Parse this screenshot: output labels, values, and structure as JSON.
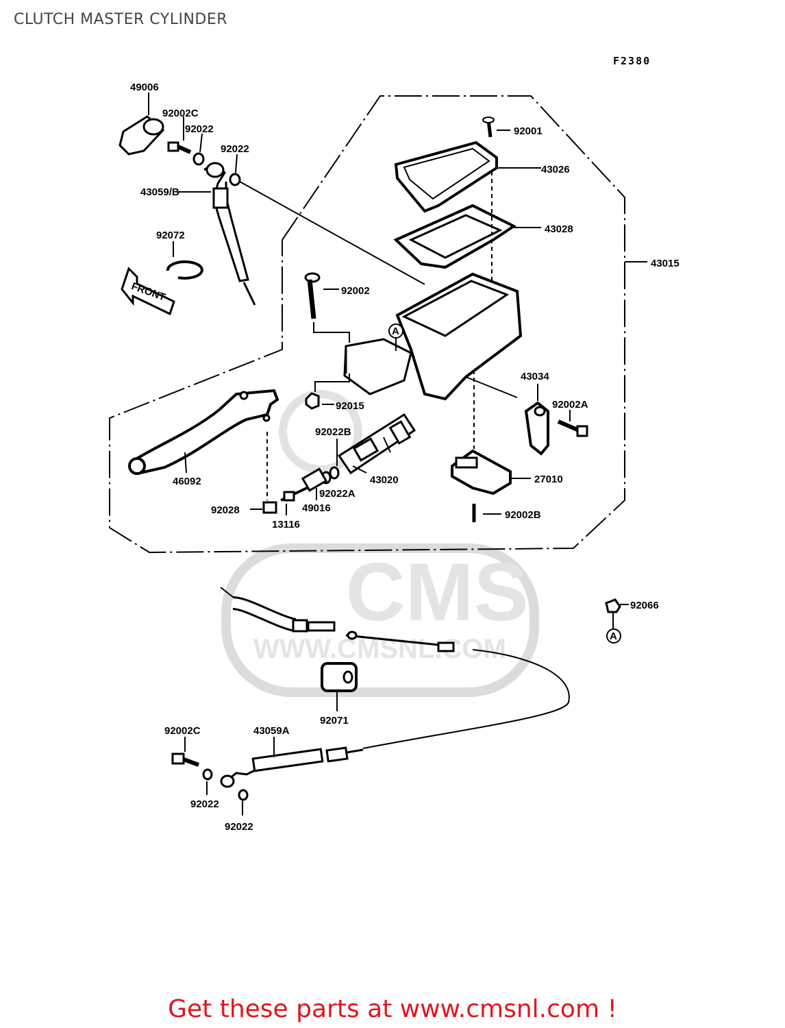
{
  "page": {
    "title": "CLUTCH MASTER CYLINDER",
    "figure_code": "F2380",
    "footer": "Get these parts at www.cmsnl.com !"
  },
  "watermark": {
    "logo_text": "CMS",
    "url_text": "WWW.CMSNL.COM"
  },
  "front_arrow": "FRONT",
  "ref_marker": "A",
  "parts": {
    "p49006": "49006",
    "p92002C_top": "92002C",
    "p92022_a": "92022",
    "p92022_b": "92022",
    "p43059B": "43059/B",
    "p92072": "92072",
    "p92001": "92001",
    "p43026": "43026",
    "p43028": "43028",
    "p43015": "43015",
    "p92002": "92002",
    "p92015": "92015",
    "p43034": "43034",
    "p92002A": "92002A",
    "p92022B": "92022B",
    "p43020": "43020",
    "p27010": "27010",
    "p46092": "46092",
    "p92022A": "92022A",
    "p49016": "49016",
    "p92028": "92028",
    "p13116": "13116",
    "p92002B": "92002B",
    "p92066": "92066",
    "p92071": "92071",
    "p92002C_bot": "92002C",
    "p43059A": "43059A",
    "p92022_c": "92022",
    "p92022_d": "92022"
  },
  "colors": {
    "footer_text": "#e0161c",
    "watermark": "#d9d9d9",
    "line": "#000000"
  }
}
